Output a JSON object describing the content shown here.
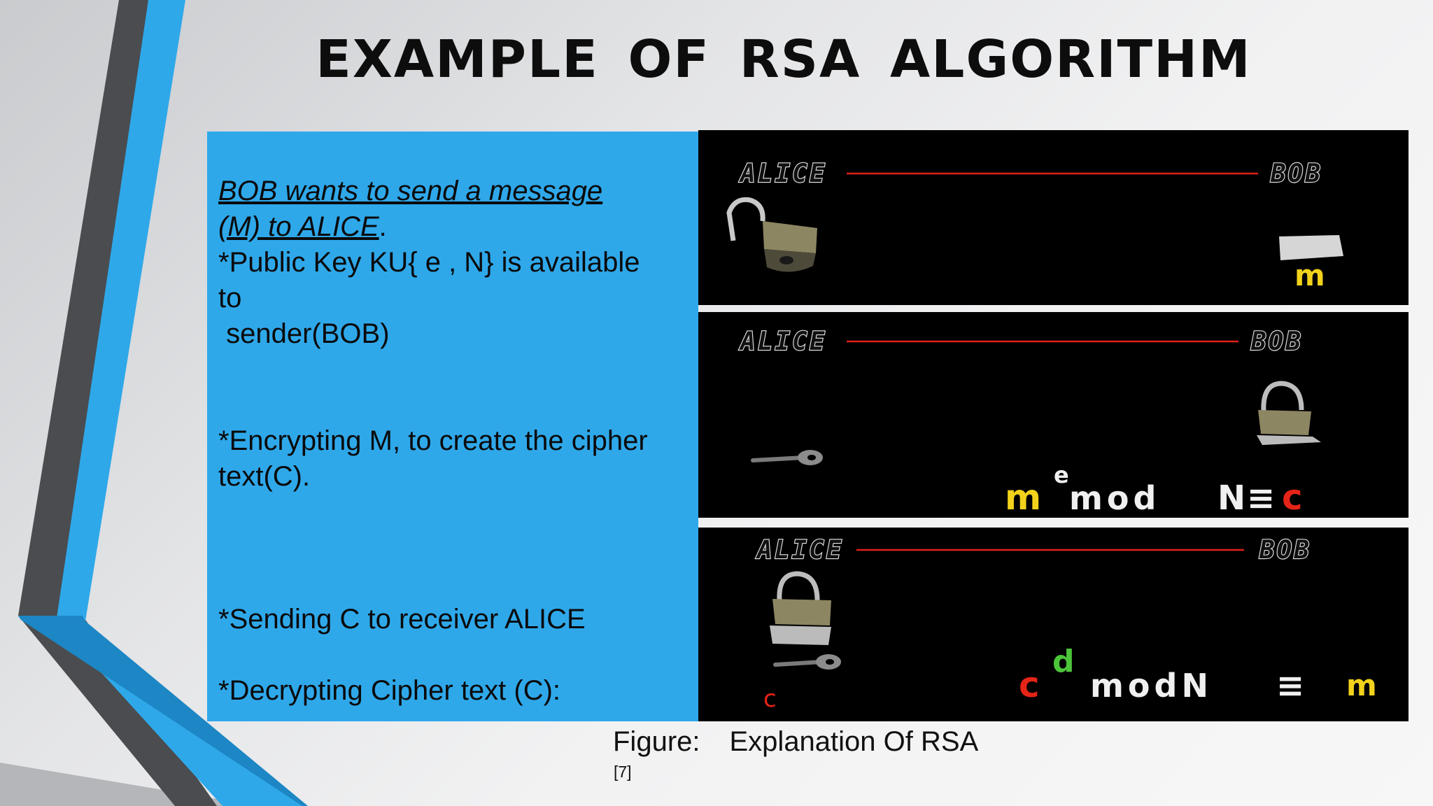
{
  "slide": {
    "title": "EXAMPLE  OF  RSA  ALGORITHM",
    "text": {
      "intro_line1": "BOB wants  to send a message",
      "intro_line2": "(M) to ALICE",
      "intro_period": ".",
      "public_key_line1": "*Public Key KU{ e , N} is available",
      "public_key_line2": "to",
      "public_key_line3": "sender(BOB)",
      "encrypt_line1": "*Encrypting M, to create the cipher",
      "encrypt_line2": "text(C).",
      "send": "*Sending C to receiver ALICE",
      "decrypt": "*Decrypting Cipher text (C):"
    },
    "figure": {
      "caption_label": "Figure:",
      "caption_text": "Explanation Of RSA",
      "reference": "[7]",
      "panels": [
        {
          "left_label": "ALICE",
          "right_label": "BOB",
          "message_symbol": "m",
          "icons": [
            "open-padlock-icon",
            "paper-icon"
          ]
        },
        {
          "left_label": "ALICE",
          "right_label": "BOB",
          "eq_m": "m",
          "eq_exp": "e",
          "eq_mod": "mod",
          "eq_n": "N",
          "eq_sign": "≡",
          "eq_c": "c",
          "icons": [
            "key-icon",
            "locked-padlock-icon"
          ]
        },
        {
          "left_label": "ALICE",
          "right_label": "BOB",
          "cipher_symbol": "c",
          "eq_c": "c",
          "eq_exp": "d",
          "eq_mod": "modN",
          "eq_sign": "≡",
          "eq_m": "m",
          "icons": [
            "locked-padlock-icon",
            "key-icon"
          ]
        }
      ]
    },
    "colors": {
      "accent_blue": "#2fa8ea",
      "deco_dark": "#4a4c4f",
      "wire_red": "#e0201a",
      "symbol_yellow": "#f2d21b",
      "symbol_red": "#e62418",
      "exponent_green": "#4cc43a"
    }
  }
}
